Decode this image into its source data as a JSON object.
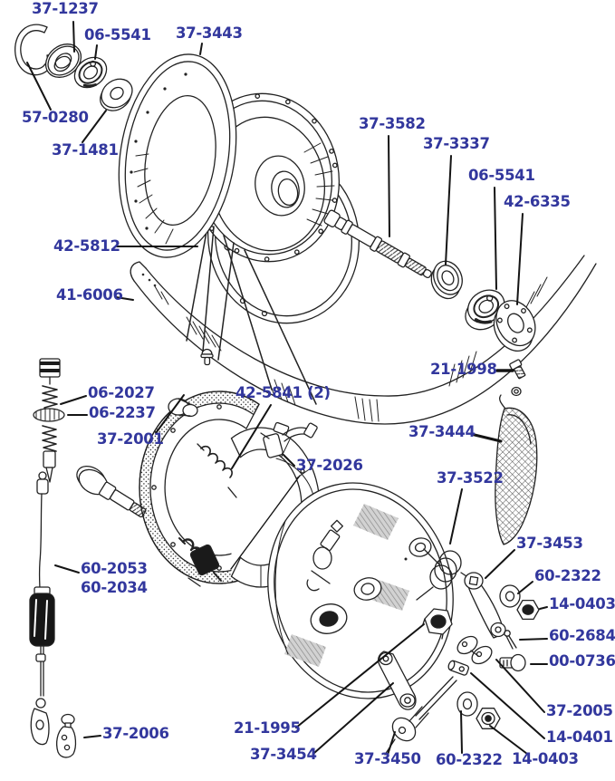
{
  "diagram": {
    "kind": "exploded-parts-diagram",
    "colors": {
      "label_text": "#32379d",
      "line_art": "#222222",
      "background": "#ffffff"
    }
  },
  "labels": [
    "37-1237",
    "06-5541",
    "37-3443",
    "57-0280",
    "37-1481",
    "37-3582",
    "37-3337",
    "06-5541",
    "42-6335",
    "42-5812",
    "41-6006",
    "21-1998",
    "06-2027",
    "42-5841 (2)",
    "06-2237",
    "37-2001",
    "37-3444",
    "37-2026",
    "37-3522",
    "37-3453",
    "60-2053",
    "60-2322",
    "60-2034",
    "14-0403",
    "60-2684",
    "00-0736",
    "37-2005",
    "21-1995",
    "37-2006",
    "14-0401",
    "37-3454",
    "37-3450",
    "60-2322",
    "14-0403"
  ]
}
